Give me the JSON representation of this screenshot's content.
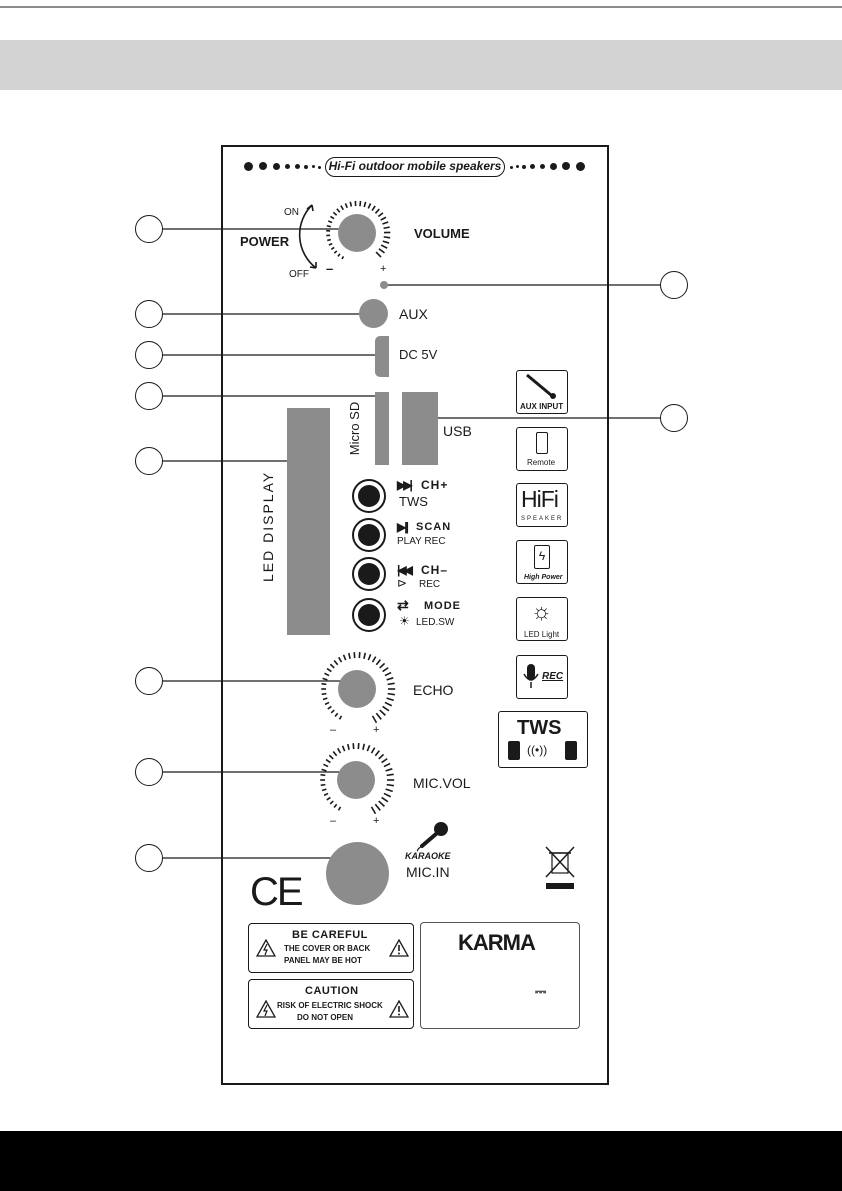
{
  "header": {
    "title": "Hi-Fi outdoor mobile speakers"
  },
  "controls": {
    "power": "POWER",
    "on": "ON",
    "off": "OFF",
    "volume": "VOLUME",
    "minus": "–",
    "plus": "+",
    "aux": "AUX",
    "dc": "DC 5V",
    "microsd": "Micro SD",
    "usb": "USB",
    "led_display": "LED DISPLAY",
    "ch_plus": "CH+",
    "tws": "TWS",
    "scan": "SCAN",
    "play_rec": "PLAY REC",
    "ch_minus": "CH–",
    "rec": "REC",
    "mode": "MODE",
    "led_sw": "LED.SW",
    "echo": "ECHO",
    "mic_vol": "MIC.VOL",
    "karaoke": "KARAOKE",
    "mic_in": "MIC.IN"
  },
  "icons": {
    "aux_input": "AUX INPUT",
    "remote": "Remote",
    "hifi": "HiFi",
    "speaker": "SPEAKER",
    "high_power": "High Power",
    "led_light": "LED Light",
    "rec": "REC",
    "tws": "TWS"
  },
  "warnings": {
    "be_careful": "BE CAREFUL",
    "be_careful_l1": "THE COVER OR BACK",
    "be_careful_l2": "PANEL MAY BE HOT",
    "caution": "CAUTION",
    "caution_l1": "RISK OF ELECTRIC SHOCK",
    "caution_l2": "DO NOT OPEN"
  },
  "brand": {
    "name": "KARMA",
    "ce": "CE",
    "dc_symbol": "⎓"
  }
}
